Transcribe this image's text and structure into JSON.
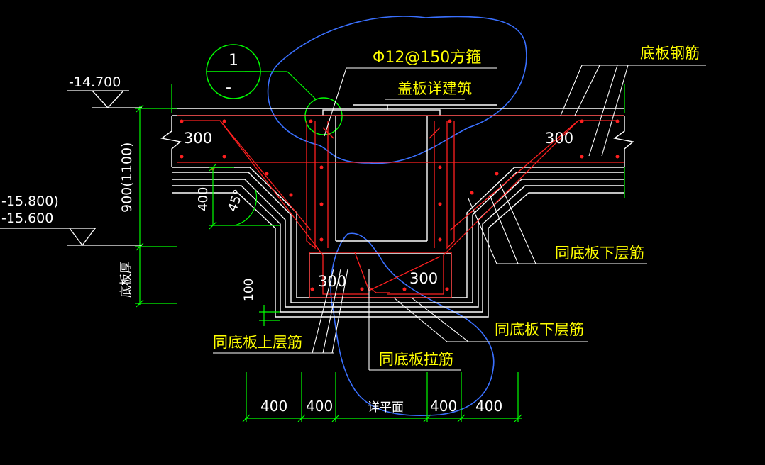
{
  "colors": {
    "background": "#000000",
    "white": "#ffffff",
    "red": "#ff2020",
    "green": "#00ff00",
    "yellow": "#ffff00",
    "blue": "#3a70ff"
  },
  "labels": {
    "elev_top": "-14.700",
    "elev_mid1": "-15.800)",
    "elev_mid2": "-15.600",
    "dim_height": "900(1100)",
    "dim_400_v": "400",
    "dim_angle": "45°",
    "dim_100": "100",
    "slab_thickness": "底板厚",
    "stirrup": "Φ12@150方箍",
    "cover_plate": "盖板详建筑",
    "bottom_rebar": "底板钢筋",
    "same_bottom_lower_1": "同底板下层筋",
    "same_bottom_lower_2": "同底板下层筋",
    "same_bottom_upper": "同底板上层筋",
    "same_bottom_tie": "同底板拉筋",
    "detail_plan": "详平面",
    "dim_300_left": "300",
    "dim_300_right": "300",
    "dim_300_bl": "300",
    "dim_300_br": "300",
    "dim_400_1": "400",
    "dim_400_2": "400",
    "dim_400_3": "400",
    "dim_400_4": "400",
    "section_top": "1",
    "section_bottom": "-"
  }
}
